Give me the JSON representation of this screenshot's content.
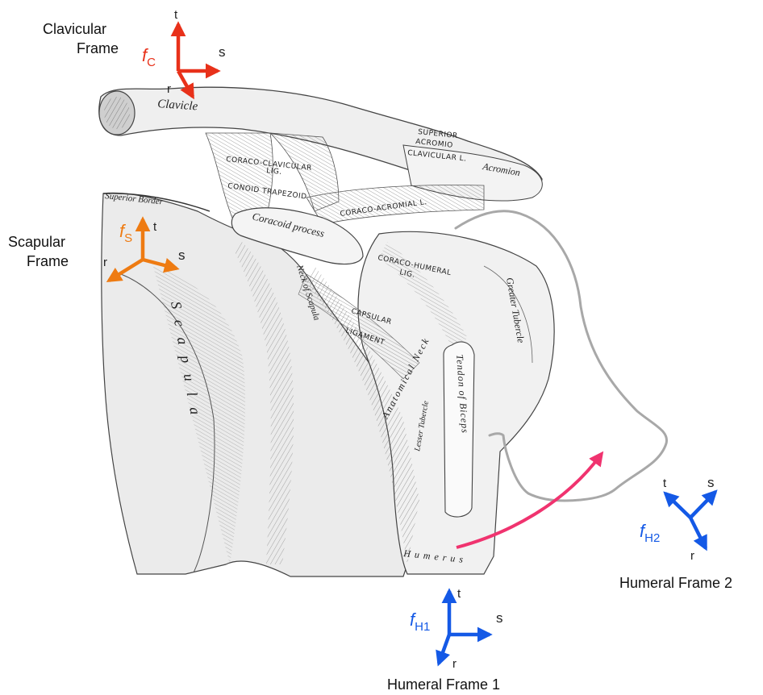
{
  "colors": {
    "clavicular": "#e8311a",
    "scapular": "#ee7b12",
    "humeral": "#1459e6",
    "motion_arrow": "#f0336f",
    "outline": "#a8a8a8",
    "ink": "#222222"
  },
  "frames": {
    "clavicular": {
      "title_line1": "Clavicular",
      "title_line2": "Frame",
      "f": "f",
      "sub": "C",
      "t": "t",
      "s": "s",
      "r": "r"
    },
    "scapular": {
      "title_line1": "Scapular",
      "title_line2": "Frame",
      "f": "f",
      "sub": "S",
      "t": "t",
      "s": "s",
      "r": "r"
    },
    "humeral1": {
      "title": "Humeral Frame 1",
      "f": "f",
      "sub": "H1",
      "t": "t",
      "s": "s",
      "r": "r"
    },
    "humeral2": {
      "title": "Humeral Frame 2",
      "f": "f",
      "sub": "H2",
      "t": "t",
      "s": "s",
      "r": "r"
    }
  },
  "anatomy_labels": {
    "clavicle": "Clavicle",
    "acromion": "Acromion",
    "superior_acromio_clavicular_1": "SUPERIOR",
    "superior_acromio_clavicular_2": "ACROMIO",
    "superior_acromio_clavicular_3": "CLAVICULAR L.",
    "coraco_clavicular_1": "CORACO-CLAVICULAR",
    "coraco_clavicular_2": "LIG.",
    "conoid_trapezoid": "CONOID  TRAPEZOID",
    "coraco_acromial": "CORACO-ACROMIAL L.",
    "superior_border": "Superior Border",
    "coracoid_process": "Coracoid process",
    "coraco_humeral_1": "CORACO-HUMERAL",
    "coraco_humeral_2": "LIG.",
    "capsular": "CAPSULAR",
    "ligament": "LIGAMENT",
    "anatomical_neck": "Anatomical Neck",
    "greater_tubercle": "Greater Tubercle",
    "neck_of_scapula": "Neck of Scapula",
    "scapula": "Scapula",
    "tendon_of_biceps": "Tendon of Biceps",
    "lesser_tubercle": "Lesser Tubercle",
    "humerus": "Humerus"
  }
}
